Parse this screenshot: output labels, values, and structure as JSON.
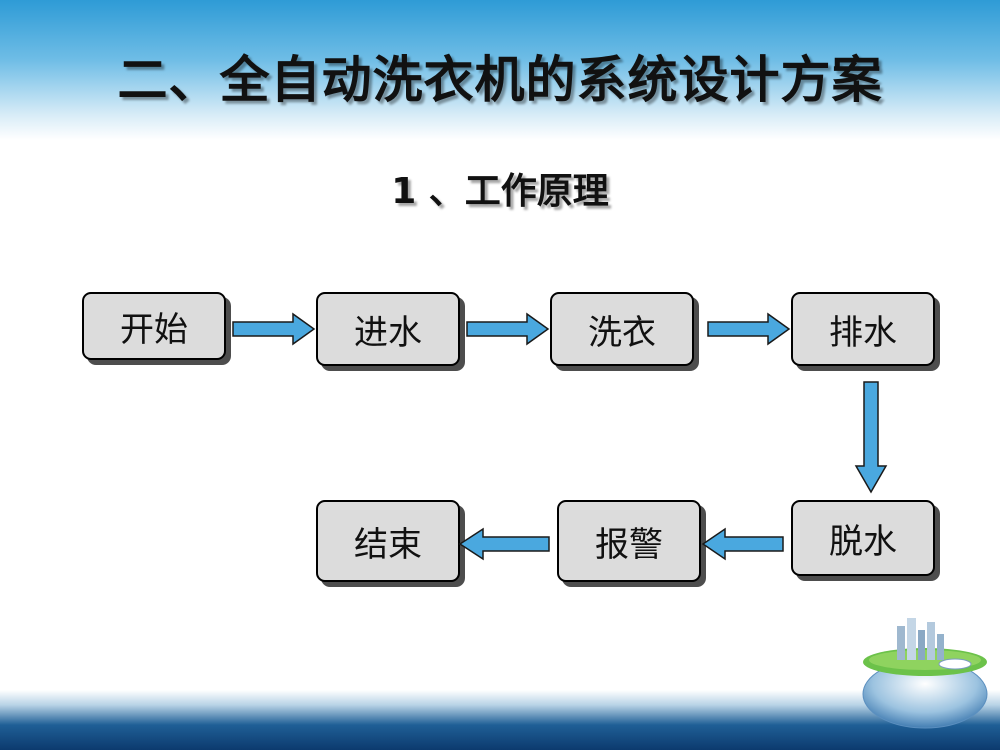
{
  "title": "二、全自动洗衣机的系统设计方案",
  "subtitle": "1 、工作原理",
  "flowchart": {
    "steps": {
      "start": "开始",
      "water_in": "进水",
      "wash": "洗衣",
      "drain": "排水",
      "spin_dry": "脱水",
      "alarm": "报警",
      "end": "结束"
    }
  },
  "colors": {
    "arrow_fill": "#4aa8df",
    "box_fill": "#dcdcdc",
    "title_band": "#2e9bd6",
    "footer_band": "#0c3a6e"
  }
}
